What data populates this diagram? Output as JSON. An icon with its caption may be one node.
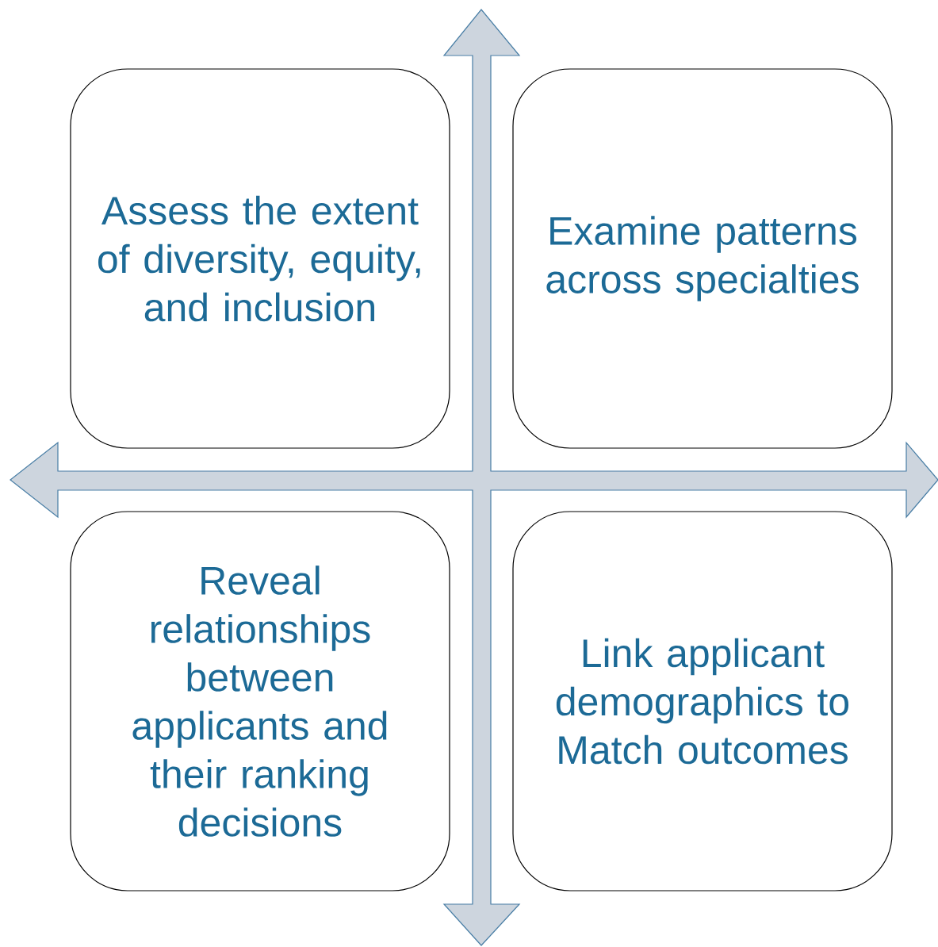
{
  "diagram": {
    "nodes": [
      {
        "text": [
          "Assess the extent of diversity, equity, and inclusion"
        ]
      },
      {
        "text": [
          "Examine patterns across specialties"
        ]
      },
      {
        "text": [
          "Reveal relationships between applicants and their ranking decisions"
        ]
      },
      {
        "text": [
          "Link applicant demographics to Match outcomes"
        ]
      }
    ]
  }
}
